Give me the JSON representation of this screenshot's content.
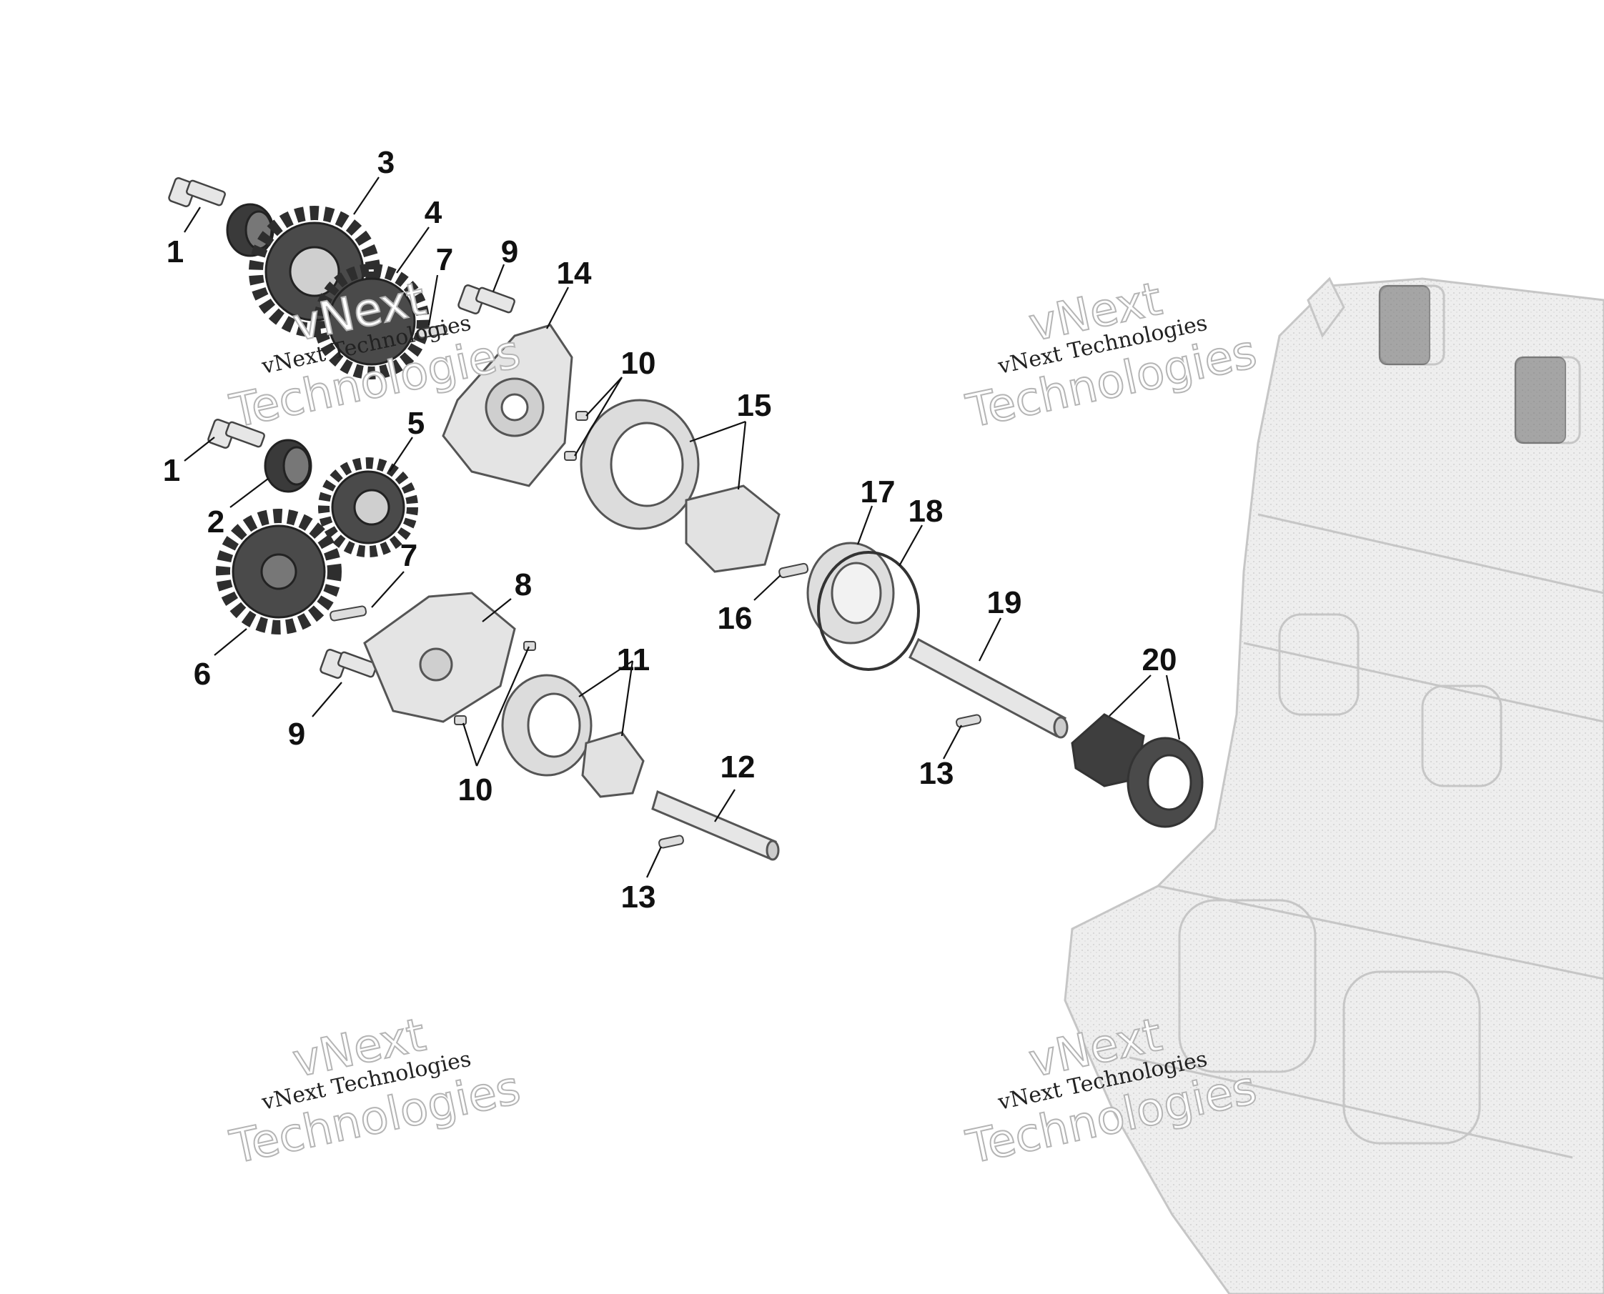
{
  "callouts": {
    "c1a": "1",
    "c1b": "1",
    "c2": "2",
    "c3": "3",
    "c4": "4",
    "c5": "5",
    "c6": "6",
    "c7a": "7",
    "c7b": "7",
    "c8": "8",
    "c9a": "9",
    "c9b": "9",
    "c10a": "10",
    "c10b": "10",
    "c11": "11",
    "c12": "12",
    "c13a": "13",
    "c13b": "13",
    "c14": "14",
    "c15": "15",
    "c16": "16",
    "c17": "17",
    "c18": "18",
    "c19": "19",
    "c20": "20"
  },
  "watermark": {
    "line1": "vNext Technologies",
    "line2": "vNext",
    "line3": "Technologies"
  },
  "colors": {
    "ink": "#111111",
    "part_fill": "#e6e6e6",
    "part_dark": "#3a3a3a",
    "engine_fill": "#efefef"
  }
}
